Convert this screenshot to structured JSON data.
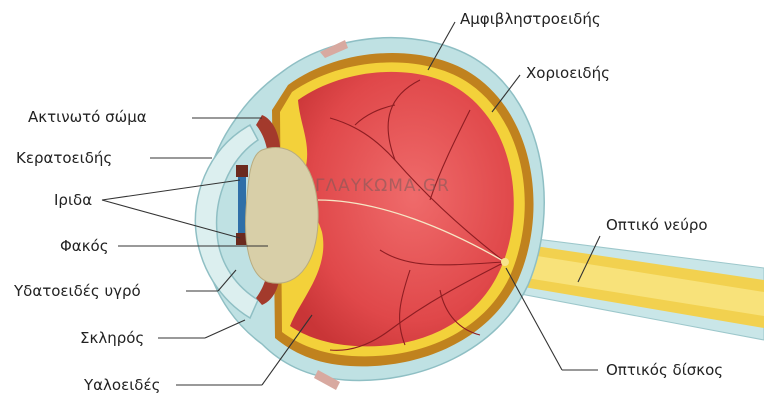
{
  "watermark": "ΓΛΑΥΚΩΜΑ.GR",
  "labels": {
    "retina": "Αμφιβληστροειδής",
    "choroid": "Χοριοειδής",
    "ciliary_body": "Ακτινωτό σώμα",
    "cornea": "Κερατοειδής",
    "iris": "Ιριδα",
    "lens": "Φακός",
    "aqueous_humor": "Υδατοειδές υγρό",
    "sclera": "Σκληρός",
    "vitreous": "Υαλοειδές",
    "optic_nerve": "Οπτικό νεύρο",
    "optic_disc": "Οπτικός δίσκος"
  },
  "colors": {
    "sclera": "#bfe1e3",
    "choroid": "#c0821e",
    "retina_band": "#f3d13a",
    "vitreous": "#e0484a",
    "lens": "#d8cfa8",
    "iris": "#2f6fa8",
    "optic_nerve": "#f2d14f",
    "vessels": "#8e1d22"
  }
}
